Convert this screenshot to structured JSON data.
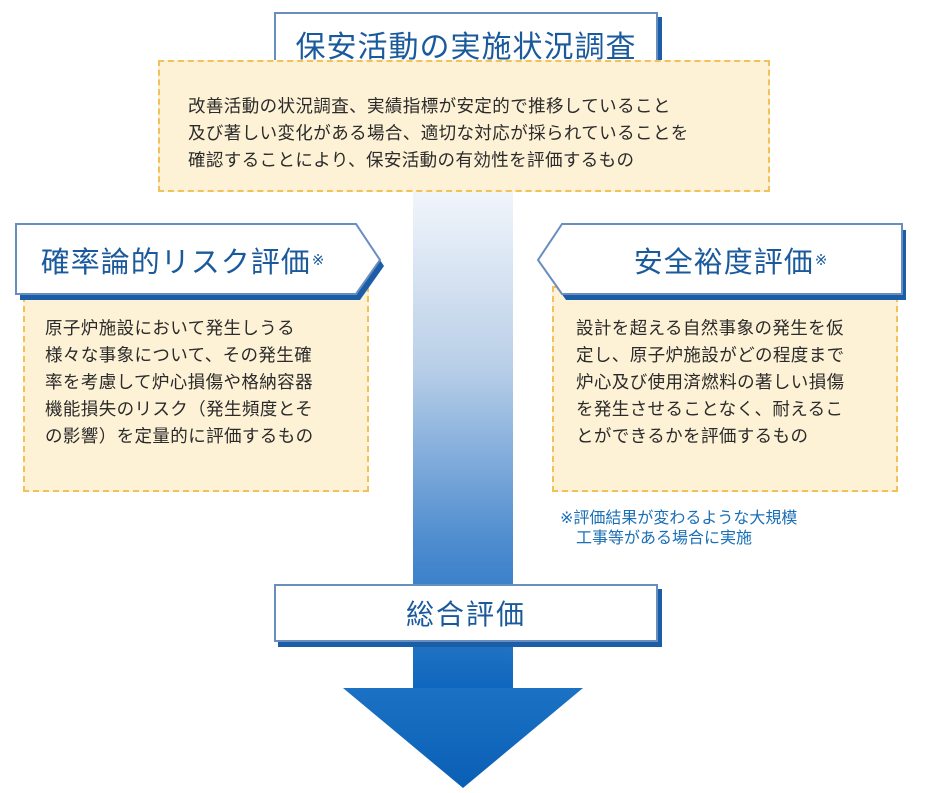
{
  "top": {
    "title": "保安活動の実施状況調査",
    "description_lines": [
      "改善活動の状況調査、実績指標が安定的で推移していること",
      "及び著しい変化がある場合、適切な対応が採られていることを",
      "確認することにより、保安活動の有効性を評価するもの"
    ]
  },
  "left": {
    "title": "確率論的リスク評価",
    "title_mark": "※",
    "description_lines": [
      "原子炉施設において発生しうる",
      "様々な事象について、その発生確",
      "率を考慮して炉心損傷や格納容器",
      "機能損失のリスク（発生頻度とそ",
      "の影響）を定量的に評価するもの"
    ]
  },
  "right": {
    "title": "安全裕度評価",
    "title_mark": "※",
    "description_lines": [
      "設計を超える自然事象の発生を仮",
      "定し、原子炉施設がどの程度まで",
      "炉心及び使用済燃料の著しい損傷",
      "を発生させることなく、耐えるこ",
      "とができるかを評価するもの"
    ]
  },
  "note_lines": [
    "※評価結果が変わるような大規模",
    "　工事等がある場合に実施"
  ],
  "bottom": {
    "title": "総合評価"
  },
  "colors": {
    "title_text": "#1a5a9c",
    "title_border": "#6a8dbf",
    "title_shadow": "#1c5da8",
    "desc_fill": "#fdf1d6",
    "desc_border": "#f2c25a",
    "arrow_top": "#eef3fa",
    "arrow_bottom": "#0a63bb",
    "note_text": "#1a6fb6"
  }
}
